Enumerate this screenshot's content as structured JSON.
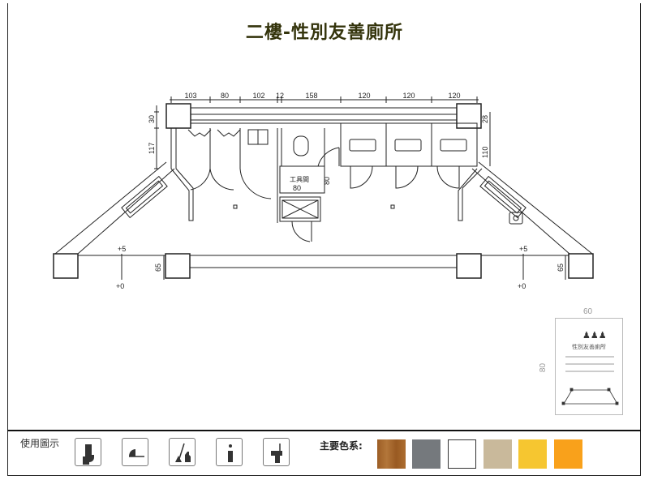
{
  "title": "二樓-性別友善廁所",
  "plan": {
    "top_dimensions": [
      "103",
      "80",
      "102",
      "12",
      "158",
      "120",
      "120",
      "120"
    ],
    "left_dimensions": [
      "30",
      "117"
    ],
    "right_dimensions": [
      "28",
      "110"
    ],
    "tool_room_label": "工具間",
    "tool_room_width": "80",
    "tool_room_depth": "80",
    "left_level_upper": "+5",
    "left_level_lower": "+0",
    "right_level_upper": "+5",
    "right_level_lower": "+0",
    "step_height_left": "65",
    "step_height_right": "65"
  },
  "sign": {
    "width": "60",
    "height": "80",
    "title": "性別友善廁所"
  },
  "legend": {
    "label": "使用圖示",
    "icons": [
      "toilet-icon",
      "urinal-low-icon",
      "cleaning-tools-icon",
      "urinal-icon",
      "sink-icon"
    ]
  },
  "colors": {
    "label": "主要色系:",
    "swatches": [
      "#a5652a",
      "#75797d",
      "#ffffff",
      "#c9b99b",
      "#f6c630",
      "#f9a11b"
    ]
  }
}
